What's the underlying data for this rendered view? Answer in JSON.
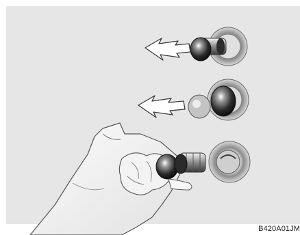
{
  "figure": {
    "code_label": "B420A01JM",
    "panel_background": "#e6e6e6",
    "page_background": "#ffffff",
    "steps": [
      {
        "name": "step-1-pull-out",
        "icon": "arrow-left-icon"
      },
      {
        "name": "step-2-pull-out",
        "icon": "arrow-left-icon"
      },
      {
        "name": "step-3-press-in",
        "icon": "hand-icon"
      }
    ]
  }
}
